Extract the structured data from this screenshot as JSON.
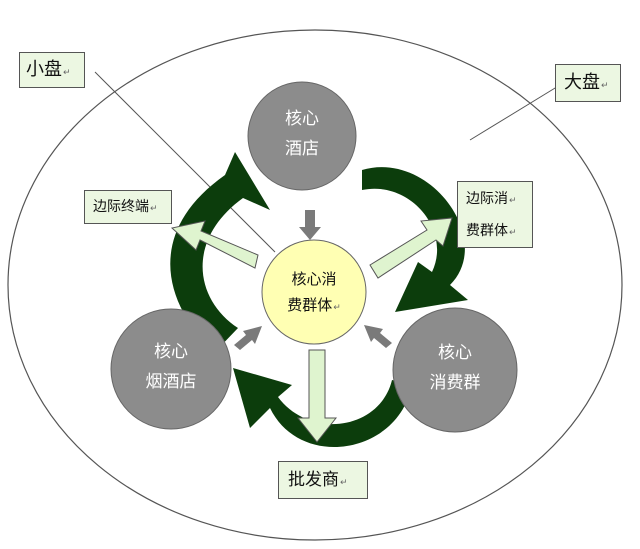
{
  "labels": {
    "small_market": "小盘",
    "large_market": "大盘",
    "marginal_terminal": "边际终端",
    "marginal_consumers_line1": "边际消",
    "marginal_consumers_line2": "费群体",
    "wholesaler": "批发商"
  },
  "nodes": {
    "core_hotel": [
      "核心",
      "酒店"
    ],
    "core_tobacco_liquor_store": [
      "核心",
      "烟酒店"
    ],
    "core_consumer_group": [
      "核心",
      "消费群"
    ],
    "center": [
      "核心消",
      "费群体"
    ]
  },
  "return_mark": "↵",
  "colors": {
    "big_circle_stroke": "#555555",
    "gray_circle": "#8c8c8c",
    "center_fill": "#ffffb3",
    "cycle_arrow": "#0c3d0c",
    "light_arrow": "#dff4cf",
    "inner_arrow": "#7a7a7a",
    "label_fill": "#ecf7e2"
  }
}
